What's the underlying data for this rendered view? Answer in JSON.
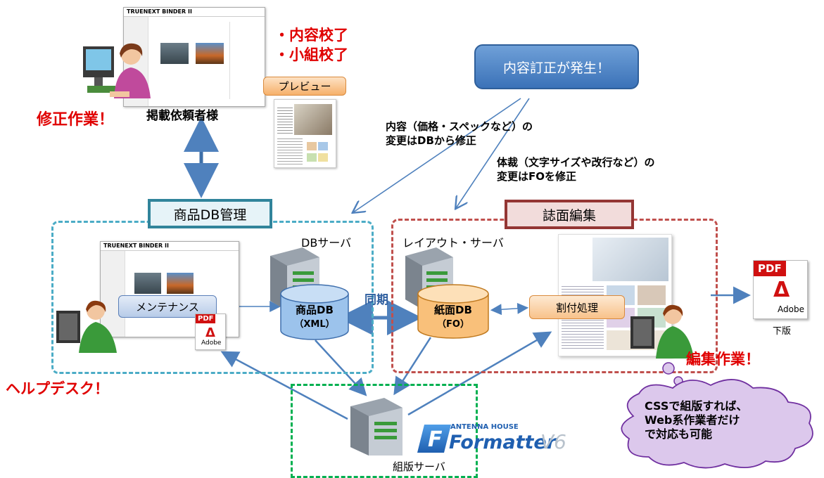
{
  "top": {
    "checks": [
      "・内容校了",
      "・小組校了"
    ],
    "requester_label": "掲載依頼者様",
    "fix_work": "修正作業！",
    "preview_label": "プレビュー",
    "app_logo": "TRUENEXT BINDER II"
  },
  "event_box": "内容訂正が発生！",
  "notes": {
    "db_change": [
      "内容（価格・スペックなど）の",
      "変更はDBから修正"
    ],
    "fo_change": [
      "体裁（文字サイズや改行など）の",
      "変更はFOを修正"
    ]
  },
  "sections": {
    "product_db": "商品DB管理",
    "magazine": "誌面編集"
  },
  "servers": {
    "db_server": "DBサーバ",
    "layout_server": "レイアウト・サーバ",
    "typeset_server": "組版サーバ"
  },
  "buttons": {
    "maintenance": "メンテナンス",
    "assignment": "割付処理"
  },
  "databases": {
    "product": [
      "商品DB",
      "（XML）"
    ],
    "paper": [
      "紙面DB",
      "（FO）"
    ]
  },
  "sync_label": "同期",
  "pdf_icon": {
    "top": "PDF",
    "bottom": "Adobe"
  },
  "final_output": "下版",
  "helpdesk": "ヘルプデスク！",
  "edit_work": "編集作業！",
  "thought": [
    "CSSで組版すれば、",
    "Web系作業者だけ",
    "で対応も可能"
  ],
  "formatter": {
    "brand": "ANTENNA HOUSE",
    "name": "Formatter",
    "version": "V6"
  },
  "colors": {
    "teal": "#4bacc6",
    "dark_red": "#943634",
    "green": "#00b050",
    "arrow_blue": "#4f81bd",
    "red_text": "#e00000"
  }
}
